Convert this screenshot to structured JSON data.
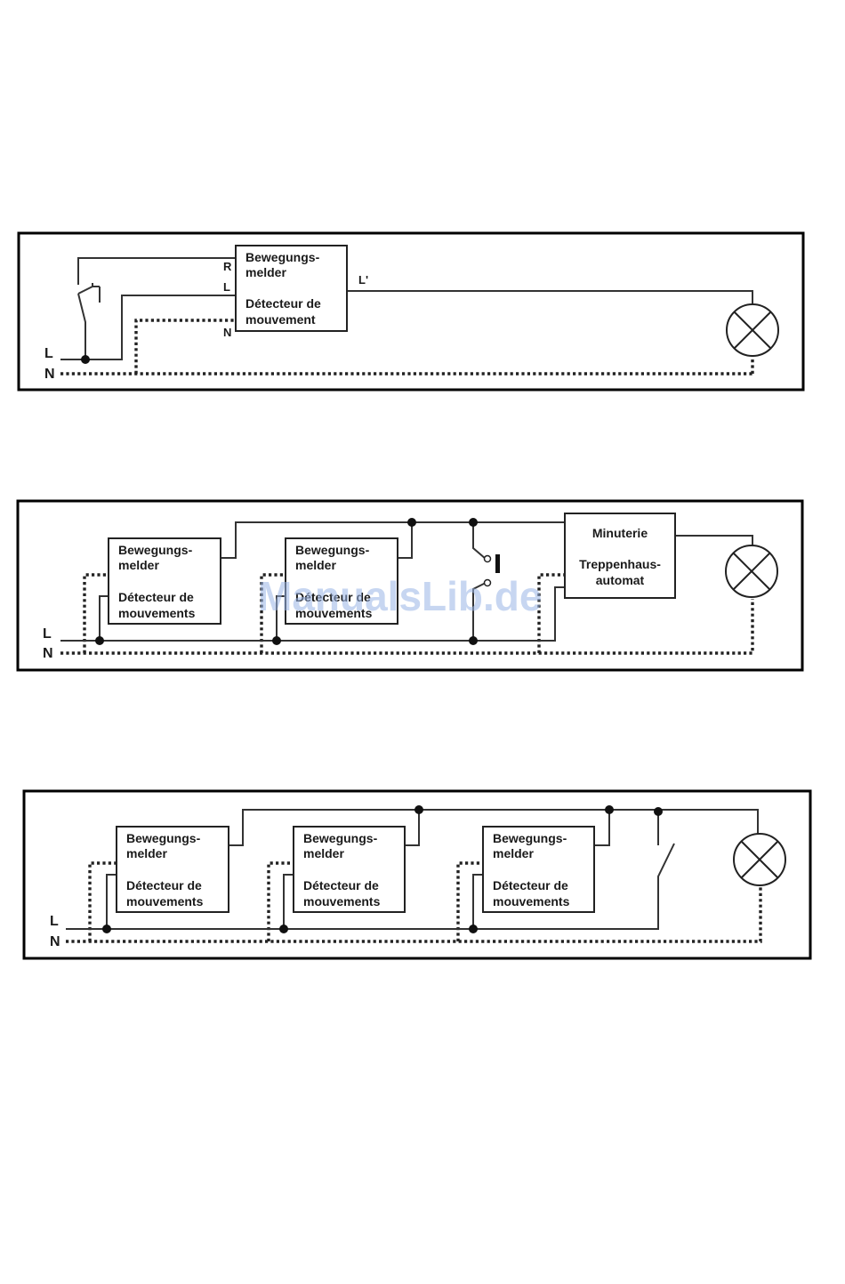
{
  "watermark": "ManualsLib.de",
  "diagram1": {
    "line_L": "L",
    "line_N": "N",
    "terminal_R": "R",
    "terminal_L": "L",
    "terminal_N": "N",
    "output_label": "L'",
    "detector": {
      "line1": "Bewegungs-",
      "line2": "melder",
      "line3": "Détecteur de",
      "line4": "mouvement"
    }
  },
  "diagram2": {
    "line_L": "L",
    "line_N": "N",
    "detectors": [
      {
        "line1": "Bewegungs-",
        "line2": "melder",
        "line3": "Détecteur de",
        "line4": "mouvements"
      },
      {
        "line1": "Bewegungs-",
        "line2": "melder",
        "line3": "Détecteur de",
        "line4": "mouvements"
      }
    ],
    "timer": {
      "line1": "Minuterie",
      "line2": "Treppenhaus-",
      "line3": "automat"
    }
  },
  "diagram3": {
    "line_L": "L",
    "line_N": "N",
    "detectors": [
      {
        "line1": "Bewegungs-",
        "line2": "melder",
        "line3": "Détecteur de",
        "line4": "mouvements"
      },
      {
        "line1": "Bewegungs-",
        "line2": "melder",
        "line3": "Détecteur de",
        "line4": "mouvements"
      },
      {
        "line1": "Bewegungs-",
        "line2": "melder",
        "line3": "Détecteur de",
        "line4": "mouvements"
      }
    ]
  }
}
